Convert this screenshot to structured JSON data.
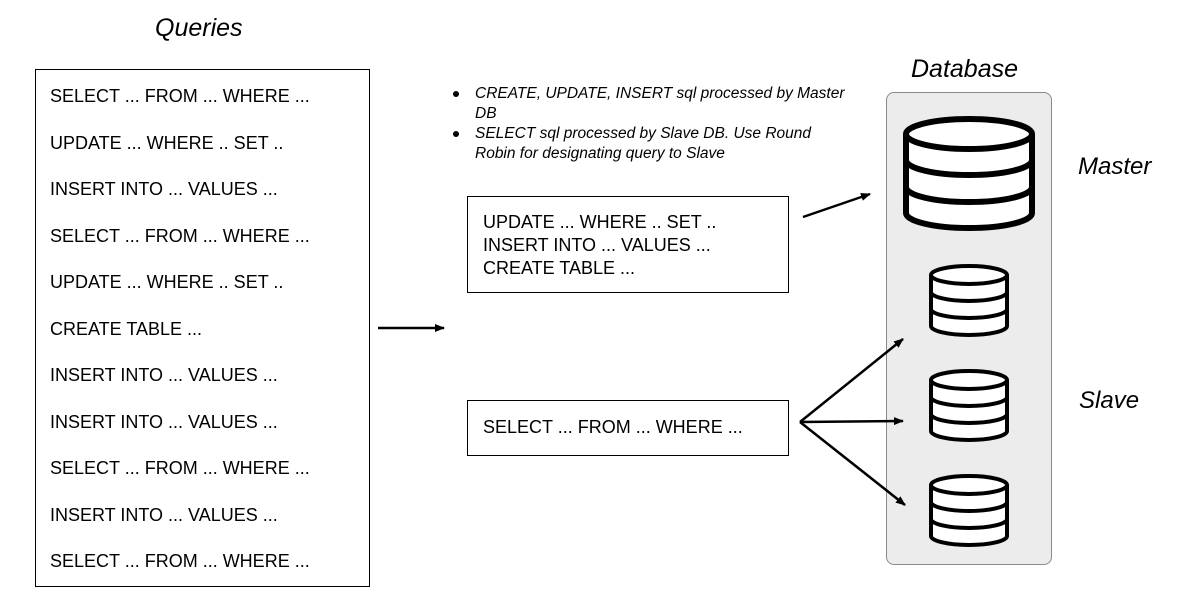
{
  "queries": {
    "title": "Queries",
    "items": [
      "SELECT ... FROM ... WHERE  ...",
      "UPDATE ... WHERE .. SET ..",
      "INSERT INTO ... VALUES ...",
      "SELECT ... FROM ... WHERE  ...",
      "UPDATE ... WHERE .. SET ..",
      "CREATE TABLE ...",
      "INSERT INTO ... VALUES ...",
      "INSERT INTO ... VALUES ...",
      "SELECT ... FROM ... WHERE  ...",
      "INSERT INTO ... VALUES ...",
      "SELECT ... FROM ... WHERE  ..."
    ]
  },
  "notes": [
    "CREATE, UPDATE, INSERT sql processed by Master DB",
    "SELECT sql processed by Slave DB. Use Round Robin for designating query to Slave"
  ],
  "master_queries": [
    "UPDATE ... WHERE .. SET ..",
    "INSERT INTO ... VALUES ...",
    "CREATE TABLE ..."
  ],
  "slave_queries": [
    "SELECT ... FROM ... WHERE  ..."
  ],
  "database": {
    "title": "Database",
    "master_label": "Master",
    "slave_label": "Slave"
  }
}
